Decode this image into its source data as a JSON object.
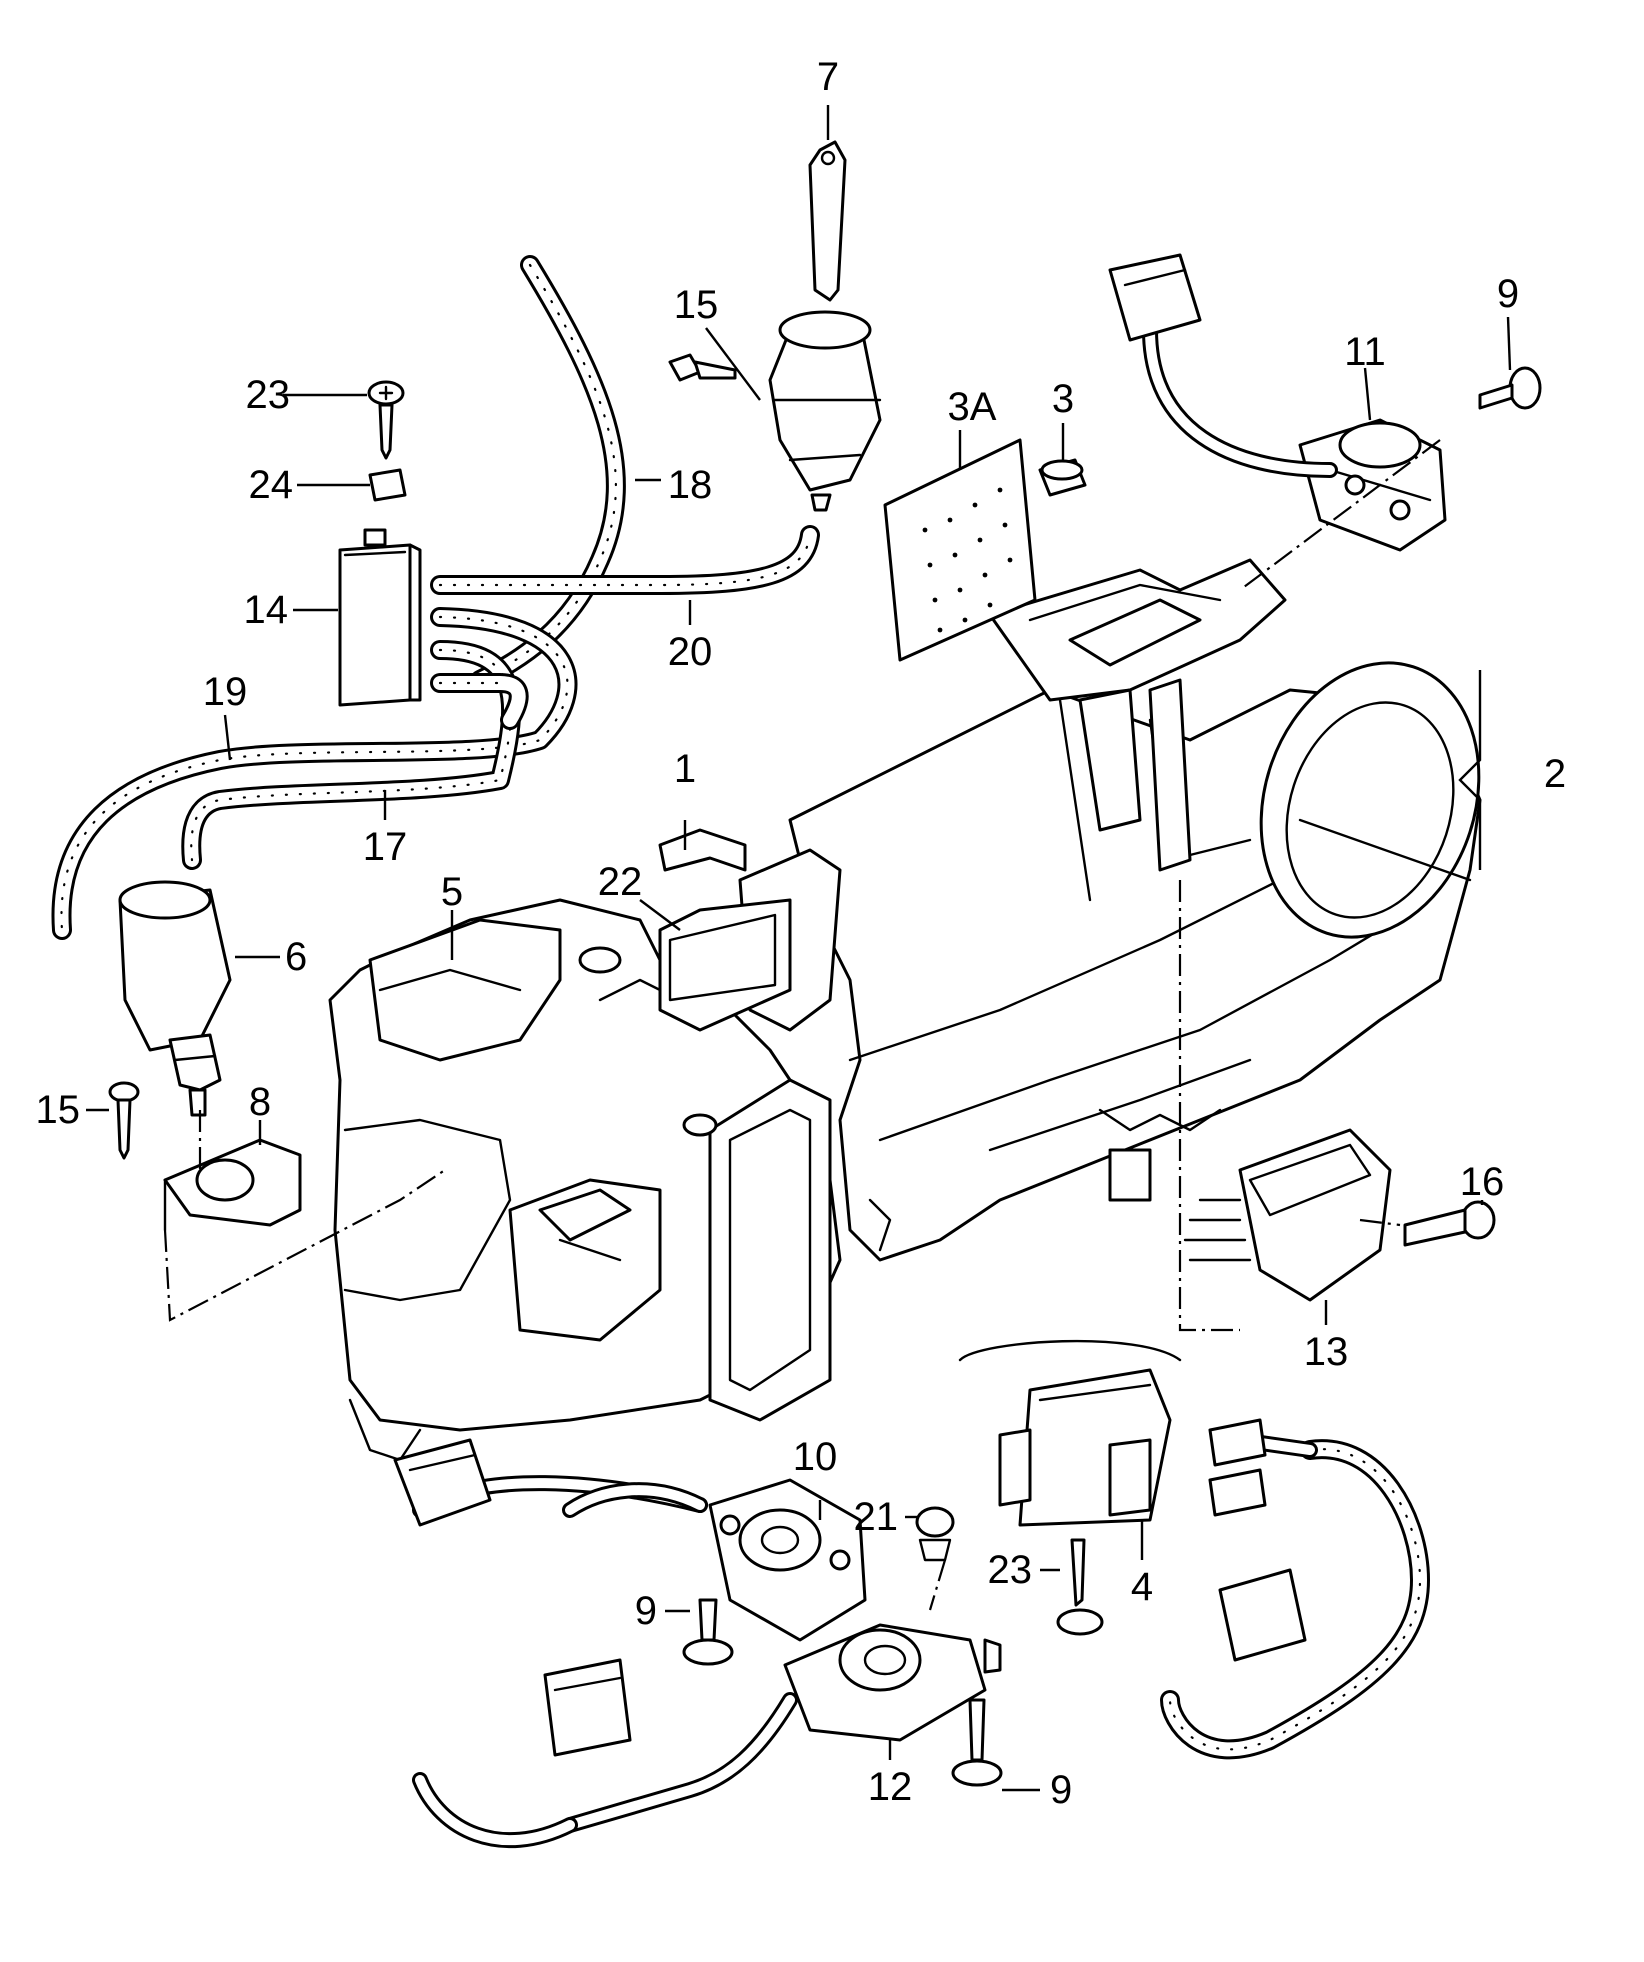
{
  "diagram": {
    "callouts": [
      {
        "id": "c1",
        "text": "1"
      },
      {
        "id": "c2",
        "text": "2"
      },
      {
        "id": "c3",
        "text": "3"
      },
      {
        "id": "c3a",
        "text": "3A"
      },
      {
        "id": "c4",
        "text": "4"
      },
      {
        "id": "c5",
        "text": "5"
      },
      {
        "id": "c6",
        "text": "6"
      },
      {
        "id": "c7",
        "text": "7"
      },
      {
        "id": "c8",
        "text": "8"
      },
      {
        "id": "c9a",
        "text": "9"
      },
      {
        "id": "c9b",
        "text": "9"
      },
      {
        "id": "c9c",
        "text": "9"
      },
      {
        "id": "c10",
        "text": "10"
      },
      {
        "id": "c11",
        "text": "11"
      },
      {
        "id": "c12",
        "text": "12"
      },
      {
        "id": "c13",
        "text": "13"
      },
      {
        "id": "c14",
        "text": "14"
      },
      {
        "id": "c15a",
        "text": "15"
      },
      {
        "id": "c15b",
        "text": "15"
      },
      {
        "id": "c16",
        "text": "16"
      },
      {
        "id": "c17",
        "text": "17"
      },
      {
        "id": "c18",
        "text": "18"
      },
      {
        "id": "c19",
        "text": "19"
      },
      {
        "id": "c20",
        "text": "20"
      },
      {
        "id": "c21",
        "text": "21"
      },
      {
        "id": "c22",
        "text": "22"
      },
      {
        "id": "c23a",
        "text": "23"
      },
      {
        "id": "c23b",
        "text": "23"
      },
      {
        "id": "c24",
        "text": "24"
      }
    ]
  },
  "colors": {
    "ink": "#000000",
    "paper": "#ffffff"
  }
}
